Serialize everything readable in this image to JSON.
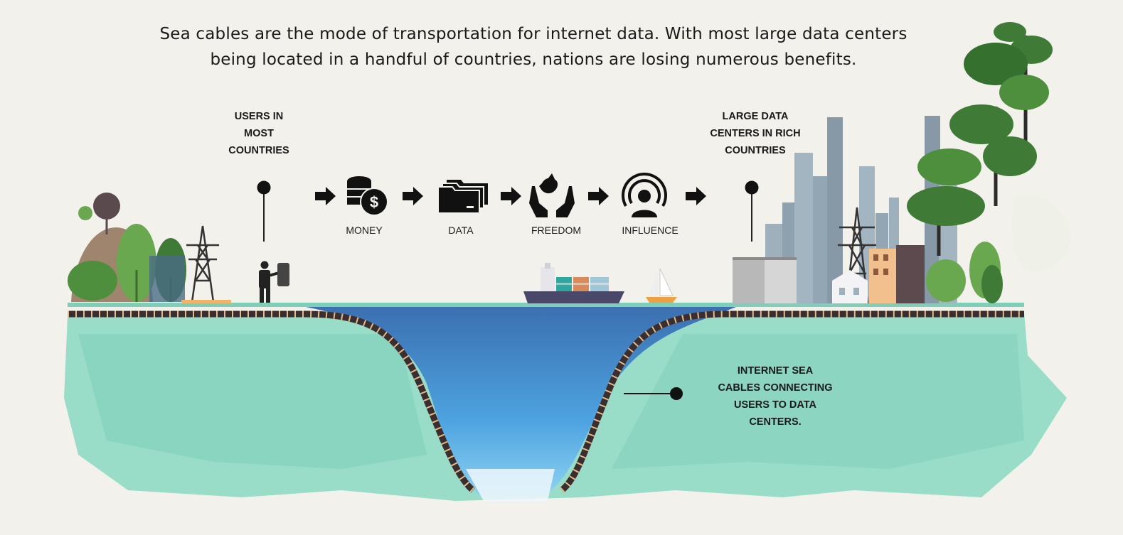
{
  "headline": {
    "line1": "Sea cables are the mode of transportation for internet data. With most large data centers",
    "line2": "being located in a handful of countries, nations are losing numerous benefits."
  },
  "callouts": {
    "users": [
      "USERS IN",
      "MOST",
      "COUNTRIES"
    ],
    "datacenters": [
      "LARGE DATA",
      "CENTERS IN RICH",
      "COUNTRIES"
    ],
    "cables": [
      "INTERNET SEA",
      "CABLES CONNECTING",
      "USERS TO DATA",
      "CENTERS."
    ]
  },
  "flow": [
    {
      "label": "MONEY",
      "icon": "coins-dollar-icon"
    },
    {
      "label": "DATA",
      "icon": "folders-icon"
    },
    {
      "label": "FREEDOM",
      "icon": "hands-dove-icon"
    },
    {
      "label": "INFLUENCE",
      "icon": "broadcast-person-icon"
    }
  ],
  "colors": {
    "paper": "#f3f1ec",
    "seabed": "#8fd9c4",
    "water": "#3f7fbf",
    "cable": "#3a2e2e",
    "cable_stripe": "#e6b98a",
    "tree_dark": "#3f7a36",
    "tree_light": "#6aa84f",
    "city": "#9fb0bd",
    "ink": "#111111"
  }
}
